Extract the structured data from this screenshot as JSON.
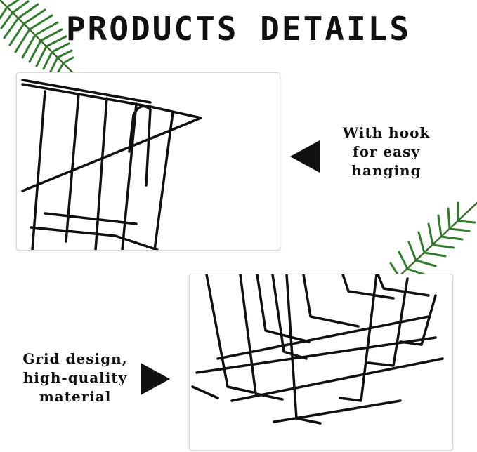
{
  "title": "PRODUCTS DETAILS",
  "features": [
    {
      "caption_lines": [
        "With hook",
        "for easy",
        "hanging"
      ],
      "image": "basket-hook-closeup"
    },
    {
      "caption_lines": [
        "Grid design,",
        "high-quality",
        "material"
      ],
      "image": "basket-grid-closeup"
    }
  ],
  "colors": {
    "text": "#111111",
    "wire": "#111111",
    "leaf": "#2f7d2c",
    "background": "#ffffff"
  },
  "icons": [
    "palm-leaf-icon",
    "arrow-left-icon",
    "arrow-right-icon"
  ]
}
